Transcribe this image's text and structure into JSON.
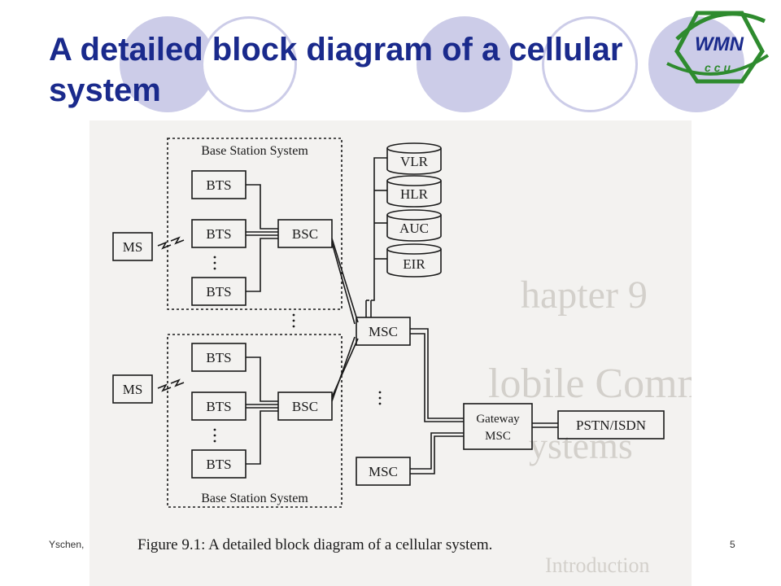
{
  "slide": {
    "title": "A detailed block diagram of a cellular system",
    "footer_author": "Yschen,",
    "page_number": "5"
  },
  "logo": {
    "main_text": "WMN",
    "sub_text": "ccu",
    "colors": {
      "green": "#2e8b2e",
      "blue": "#1a2a8c"
    }
  },
  "colors": {
    "title": "#1a2a8c",
    "decor": "#cccce8",
    "scan_bg": "#f3f2f0",
    "ink": "#1a1a1a"
  },
  "diagram": {
    "group_label_top": "Base Station System",
    "group_label_bottom": "Base Station System",
    "ms_top": "MS",
    "ms_bottom": "MS",
    "bts_top": [
      "BTS",
      "BTS",
      "BTS"
    ],
    "bts_bottom": [
      "BTS",
      "BTS",
      "BTS"
    ],
    "bsc_top": "BSC",
    "bsc_bottom": "BSC",
    "msc_main": "MSC",
    "msc_second": "MSC",
    "databases": [
      "VLR",
      "HLR",
      "AUC",
      "EIR"
    ],
    "gateway_line1": "Gateway",
    "gateway_line2": "MSC",
    "pstn": "PSTN/ISDN",
    "caption": "Figure 9.1:  A detailed block diagram of a cellular system."
  }
}
